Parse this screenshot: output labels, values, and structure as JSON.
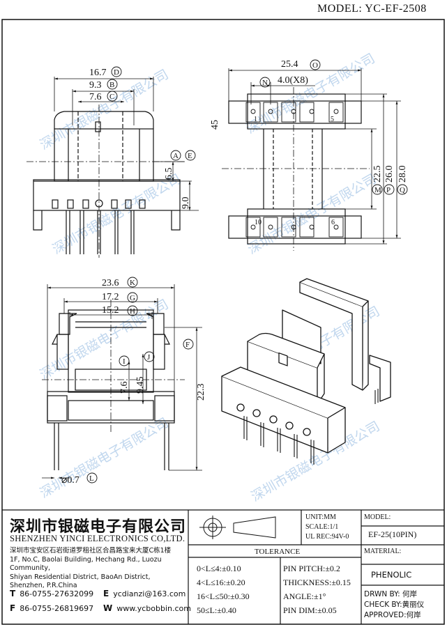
{
  "header": {
    "model": "MODEL: YC-EF-2508"
  },
  "watermark": "深圳市银磁电子有限公司",
  "dims": {
    "top_left": {
      "d": "16.7",
      "d_tag": "D",
      "b": "9.3",
      "b_tag": "B",
      "c": "7.6",
      "c_tag": "C",
      "a": "6.5",
      "a_tag": "A",
      "e": "9.0",
      "e_tag": "E"
    },
    "top_right": {
      "o": "25.4",
      "o_tag": "O",
      "n": "4.0(X8)",
      "n_tag": "N",
      "h45": "45",
      "m": "22.5",
      "m_tag": "M",
      "p": "26.0",
      "p_tag": "P",
      "q": "28.0",
      "q_tag": "Q",
      "pin1": "1",
      "pin5": "5",
      "pin10": "10",
      "pin6": "6"
    },
    "bottom_left": {
      "k": "23.6",
      "k_tag": "K",
      "g": "17.2",
      "g_tag": "G",
      "h": "15.2",
      "h_tag": "H",
      "i": "7.6",
      "i_tag": "I",
      "j": "9.45",
      "j_tag": "J",
      "f": "22.3",
      "f_tag": "F",
      "l": "⌀0.7",
      "l_tag": "L"
    }
  },
  "title_block": {
    "company_cn": "深圳市银磁电子有限公司",
    "company_en": "SHENZHEN YINCI ELECTRONICS CO,LTD.",
    "address": [
      "深圳市宝安区石岩街道罗租社区合昌路宝来大厦C栋1楼",
      "1F, No.C, Baolai Building, Hechang Rd., Luozu Community,",
      "Shiyan Residential District, BaoAn District,",
      "Shenzhen, P.R.China"
    ],
    "tel_label": "T",
    "tel": "86-0755-27632099",
    "fax_label": "F",
    "fax": "86-0755-26819697",
    "email_label": "E",
    "email": "ycdianzi@163.com",
    "web_label": "W",
    "web": "www.ycbobbin.com",
    "unit": "UNIT:MM",
    "scale": "SCALE:1/1",
    "ul": "UL REC:94V-0",
    "model_label": "MODEL:",
    "model_value": "EF-25(10PIN)",
    "material_label": "MATERIAL:",
    "material_value": "PHENOLIC",
    "tolerance_title": "TOLERANCE",
    "tol_left": [
      "0<L≤4:±0.10",
      "4<L≤16:±0.20",
      "16<L≤50:±0.30",
      "50≤L:±0.40"
    ],
    "tol_right": [
      "PIN PITCH:±0.2",
      "THICKNESS:±0.15",
      "ANGLE:±1°",
      "PIN DIM:±0.05"
    ],
    "drawn": "DRWN BY: 何岸",
    "check": "CHECK BY:黄丽仪",
    "approved": "APPROVED:何岸"
  }
}
